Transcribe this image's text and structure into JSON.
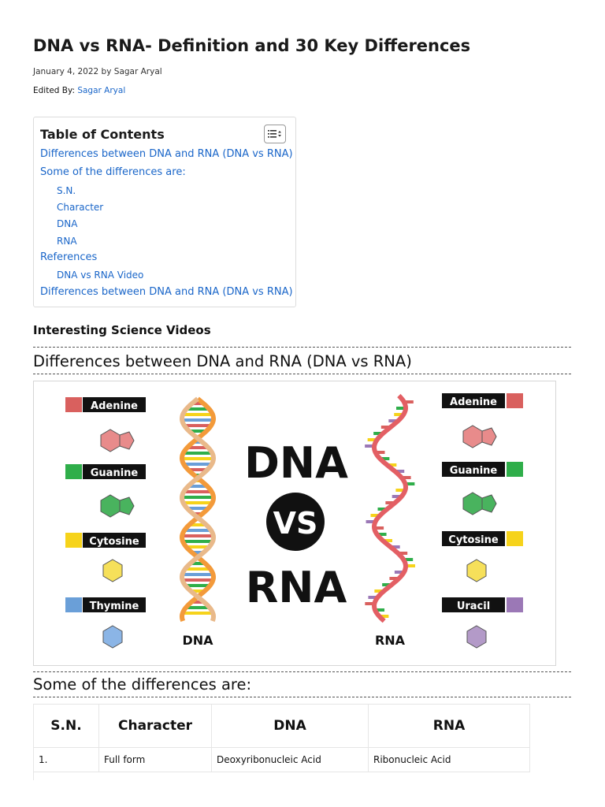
{
  "article": {
    "title": "DNA vs RNA- Definition and 30 Key Differences",
    "meta": "January 4, 2022 by Sagar Aryal",
    "edited_label": "Edited By: ",
    "edited_author": "Sagar Aryal"
  },
  "toc": {
    "title": "Table of Contents",
    "toggle_icon": "list-toggle-icon",
    "items": [
      {
        "label": "Differences between DNA and RNA (DNA vs RNA)",
        "level": 1
      },
      {
        "label": "Some of the differences are:",
        "level": 1
      },
      {
        "label": "S.N.",
        "level": 2
      },
      {
        "label": "Character",
        "level": 2
      },
      {
        "label": "DNA",
        "level": 2
      },
      {
        "label": "RNA",
        "level": 2
      },
      {
        "label": "References",
        "level": 1
      },
      {
        "label": "DNA vs RNA Video",
        "level": 2
      },
      {
        "label": "Differences between DNA and RNA (DNA vs RNA)",
        "level": 1
      }
    ]
  },
  "videos_heading": "Interesting Science Videos",
  "section1_heading": "Differences between DNA and RNA (DNA vs RNA)",
  "figure": {
    "left_bases": [
      "Adenine",
      "Guanine",
      "Cytosine",
      "Thymine"
    ],
    "right_bases": [
      "Adenine",
      "Guanine",
      "Cytosine",
      "Uracil"
    ],
    "dna_label": "DNA",
    "rna_label": "RNA",
    "center_top": "DNA",
    "center_vs": "VS",
    "center_bottom": "RNA",
    "colors": {
      "adenine": "#d9605e",
      "guanine": "#2fae4a",
      "cytosine": "#f6d31b",
      "thymine": "#6a9fd8",
      "uracil": "#9b78b6",
      "dna_strand": "#f39a3a",
      "rna_strand": "#e35f64"
    }
  },
  "section2_heading": "Some of the differences are:",
  "table": {
    "headers": [
      "S.N.",
      "Character",
      "DNA",
      "RNA"
    ],
    "rows": [
      [
        "1.",
        "Full form",
        "Deoxyribonucleic Acid",
        "Ribonucleic Acid"
      ]
    ]
  },
  "colors": {
    "link": "#1a66c9"
  }
}
